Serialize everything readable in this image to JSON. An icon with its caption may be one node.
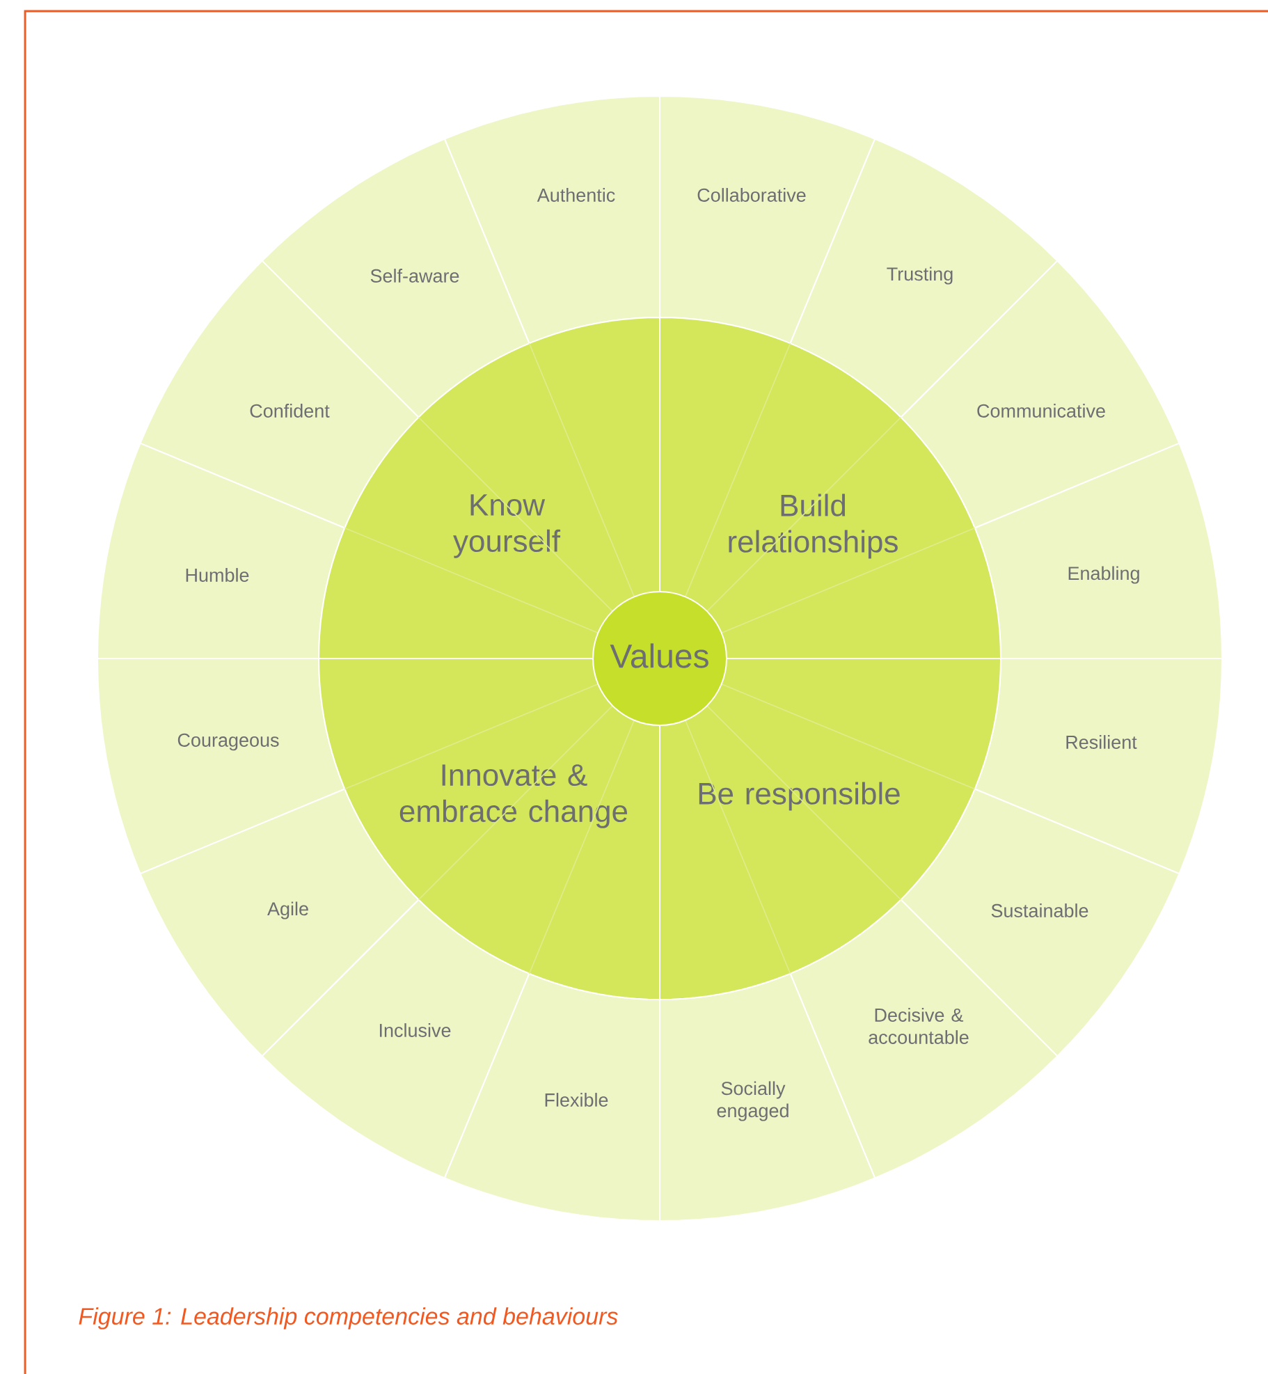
{
  "diagram": {
    "caption": "Figure 1: Leadership competencies and behaviours",
    "nodes": [
      {
        "text": [
          "Know yourself"
        ]
      },
      {
        "text": [
          "Build relationships"
        ]
      },
      {
        "text": [
          "Innovate & embrace change"
        ]
      },
      {
        "text": [
          "Be responsible"
        ]
      },
      {
        "text": [
          "Values"
        ]
      },
      {
        "text": [
          "Authentic"
        ]
      },
      {
        "text": [
          "Collaborative"
        ]
      },
      {
        "text": [
          "Self-aware"
        ]
      },
      {
        "text": [
          "Trusting"
        ]
      },
      {
        "text": [
          "Confident"
        ]
      },
      {
        "text": [
          "Communicative"
        ]
      },
      {
        "text": [
          "Humble"
        ]
      },
      {
        "text": [
          "Enabling"
        ]
      },
      {
        "text": [
          "Courageous"
        ]
      },
      {
        "text": [
          "Resilient"
        ]
      },
      {
        "text": [
          "Agile"
        ]
      },
      {
        "text": [
          "Sustainable"
        ]
      },
      {
        "text": [
          "Inclusive"
        ]
      },
      {
        "text": [
          "Decisive & accountable"
        ]
      },
      {
        "text": [
          "Flexible"
        ]
      },
      {
        "text": [
          "Socially engaged"
        ]
      }
    ]
  }
}
